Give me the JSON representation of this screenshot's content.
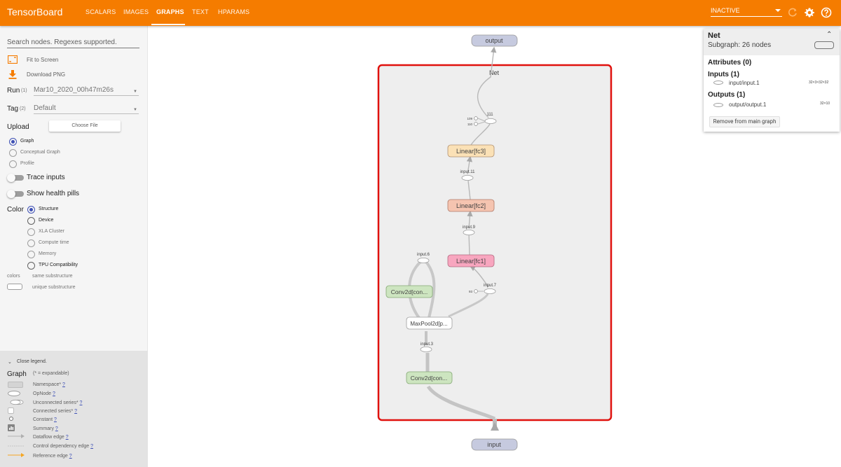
{
  "header": {
    "brand": "TensorBoard",
    "tabs": [
      "SCALARS",
      "IMAGES",
      "GRAPHS",
      "TEXT",
      "HPARAMS"
    ],
    "active_tab": "GRAPHS",
    "status_select": "INACTIVE",
    "icons": [
      "refresh-icon",
      "settings-icon",
      "help-icon"
    ]
  },
  "sidebar": {
    "search_placeholder": "Search nodes. Regexes supported.",
    "fit_to_screen": "Fit to Screen",
    "download_png": "Download PNG",
    "run_label": "Run",
    "run_count": "(1)",
    "run_value": "Mar10_2020_00h47m26s",
    "tag_label": "Tag",
    "tag_count": "(2)",
    "tag_value": "Default",
    "upload_label": "Upload",
    "choose_file": "Choose File",
    "graph_type_options": [
      "Graph",
      "Conceptual Graph",
      "Profile"
    ],
    "trace_inputs": "Trace inputs",
    "show_health_pills": "Show health pills",
    "color_label": "Color",
    "color_options": [
      "Structure",
      "Device",
      "XLA Cluster",
      "Compute time",
      "Memory",
      "TPU Compatibility"
    ],
    "colors_label": "colors",
    "same_substructure": "same substructure",
    "unique_substructure": "unique substructure"
  },
  "legend": {
    "close_legend": "Close legend.",
    "graph_label": "Graph",
    "expandable_note": "(* = expandable)",
    "items": [
      {
        "label": "Namespace*",
        "q": "?"
      },
      {
        "label": "OpNode",
        "q": "?"
      },
      {
        "label": "Unconnected series*",
        "q": "?"
      },
      {
        "label": "Connected series*",
        "q": "?"
      },
      {
        "label": "Constant",
        "q": "?"
      },
      {
        "label": "Summary",
        "q": "?"
      },
      {
        "label": "Dataflow edge",
        "q": "?"
      },
      {
        "label": "Control dependency edge",
        "q": "?"
      },
      {
        "label": "Reference edge",
        "q": "?"
      }
    ]
  },
  "graph": {
    "namespace": "Net",
    "nodes": {
      "output": "output",
      "input": "input",
      "fc3": "Linear[fc3]",
      "fc2": "Linear[fc2]",
      "fc1": "Linear[fc1]",
      "conv_a": "Conv2d[con...",
      "conv_b": "Conv2d[con...",
      "maxpool": "MaxPool2d[p...",
      "n111": "111",
      "n109": "109",
      "n110": "110",
      "input11": "input.11",
      "input9": "input.9",
      "input7": "input.7",
      "input6": "input.6",
      "input3": "input.3",
      "n93": "93"
    }
  },
  "info_card": {
    "title": "Net",
    "subgraph": "Subgraph: 26 nodes",
    "attributes": "Attributes (0)",
    "inputs": "Inputs (1)",
    "input_name": "input/input.1",
    "input_shape": "32×3×32×32",
    "outputs": "Outputs (1)",
    "output_name": "output/output.1",
    "output_shape": "32×10",
    "remove_button": "Remove from main graph"
  },
  "colors": {
    "header": "#f57c00",
    "namespace_border": "#e0110d",
    "fc3_fill": "#fbe1b6",
    "fc2_fill": "#f5c4b0",
    "fc1_fill": "#f8a6bf",
    "conv_fill": "#cde5c0",
    "io_fill": "#c6cadf"
  }
}
